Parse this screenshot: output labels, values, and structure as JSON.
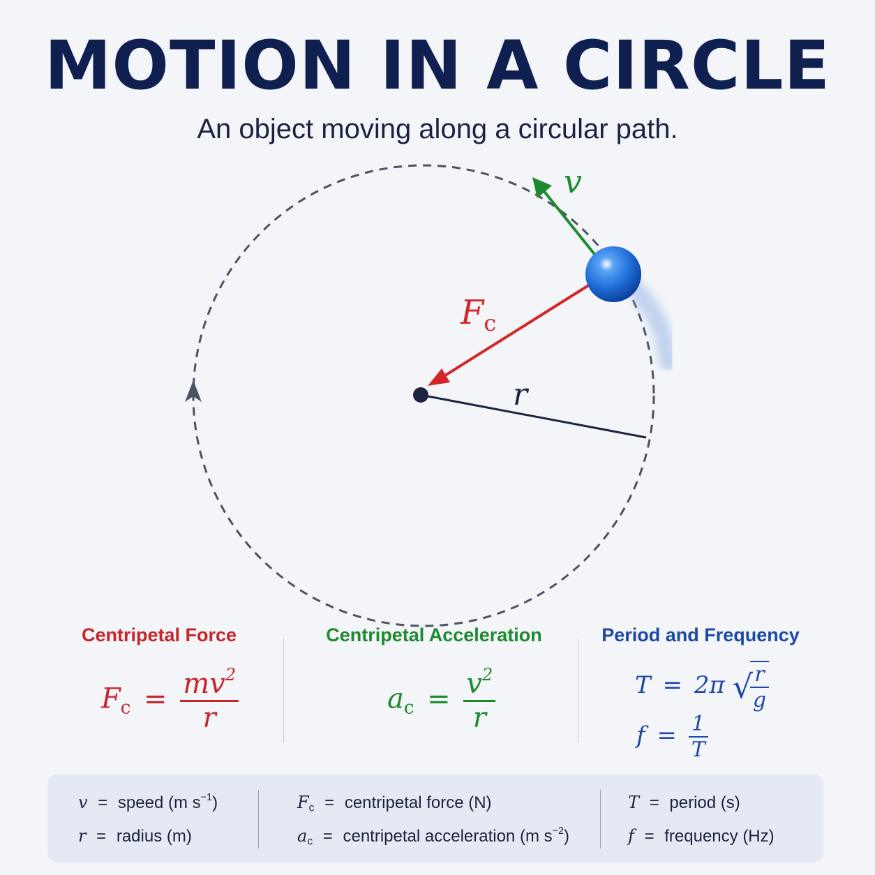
{
  "title": "MOTION IN A CIRCLE",
  "subtitle": "An object moving along a circular path.",
  "diagram": {
    "velocity_label": "v",
    "force_label": "F",
    "force_sub": "c",
    "radius_label": "r",
    "colors": {
      "velocity": "#1e8a2f",
      "force": "#d2262b",
      "radius": "#1b2340",
      "path": "#4a5363",
      "object": "#1f6fd9"
    }
  },
  "formulas": {
    "force": {
      "heading": "Centripetal Force",
      "lhs": "F",
      "lhs_sub": "c",
      "eq": "=",
      "num": "mv",
      "num_sup": "2",
      "den": "r"
    },
    "acceleration": {
      "heading": "Centripetal Acceleration",
      "lhs": "a",
      "lhs_sub": "c",
      "eq": "=",
      "num": "v",
      "num_sup": "2",
      "den": "r"
    },
    "period": {
      "heading": "Period and Frequency",
      "T_lhs": "T",
      "T_eq": "=",
      "T_coef": "2π",
      "T_num": "r",
      "T_den": "g",
      "f_lhs": "f",
      "f_eq": "=",
      "f_num": "1",
      "f_den": "T"
    }
  },
  "legend": {
    "v_sym": "v",
    "v_eq": "=",
    "v_desc": "speed (m s",
    "v_unit_sup": "−1",
    "v_close": ")",
    "r_sym": "r",
    "r_eq": "=",
    "r_desc": "radius (m)",
    "F_sym": "F",
    "F_sub": "c",
    "F_eq": "=",
    "F_desc": "centripetal force (N)",
    "a_sym": "a",
    "a_sub": "c",
    "a_eq": "=",
    "a_desc": "centripetal acceleration (m s",
    "a_unit_sup": "−2",
    "a_close": ")",
    "T_sym": "T",
    "T_eq": "=",
    "T_desc": "period (s)",
    "f_sym": "f",
    "f_eq": "=",
    "f_desc": "frequency (Hz)"
  }
}
